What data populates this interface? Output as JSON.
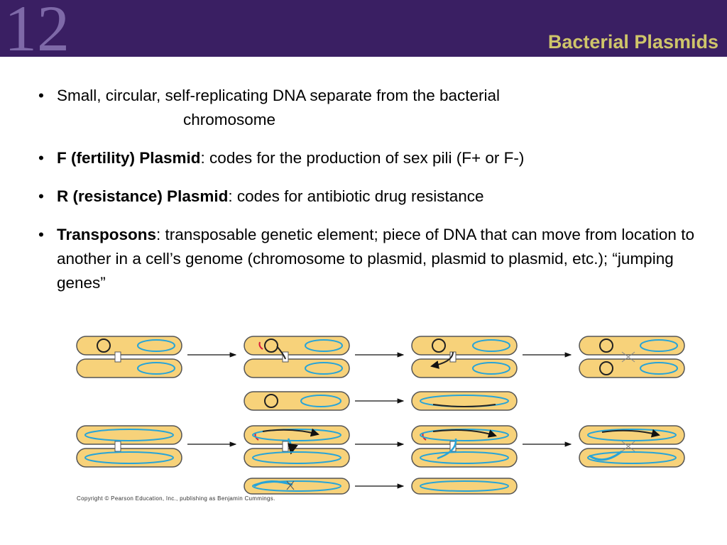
{
  "header": {
    "chapter_number": "12",
    "title": "Bacterial Plasmids"
  },
  "bullets": {
    "b1_text_line1": "Small, circular, self-replicating DNA separate from the bacterial",
    "b1_text_line2": "chromosome",
    "b2_bold": "F (fertility) Plasmid",
    "b2_text": ":  codes for the production of sex pili (F+ or F-)",
    "b3_bold": "R (resistance) Plasmid",
    "b3_text": ": codes for antibiotic drug resistance",
    "b4_bold": "Transposons",
    "b4_text": ":  transposable genetic element; piece of DNA that can move from location to another in a cell’s genome (chromosome to plasmid, plasmid to plasmid, etc.); “jumping genes”"
  },
  "figure": {
    "copyright": "Copyright © Pearson Education, Inc., publishing as Benjamin Cummings."
  },
  "colors": {
    "header_bg": "#3a1f63",
    "title": "#cfc56a",
    "cell_fill": "#f7d27a",
    "dna_blue": "#27a4d8",
    "plasmid_dark": "#222222",
    "accent_red": "#d81b3a"
  }
}
